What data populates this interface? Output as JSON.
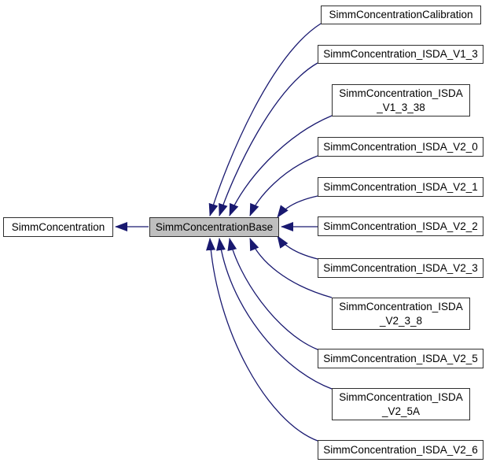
{
  "diagram": {
    "type": "class-inheritance-graph",
    "background": "#ffffff",
    "colors": {
      "edge": "#191970",
      "node_border": "#2e2e2e",
      "node_fill": "#ffffff",
      "current_node_fill": "#bfbfbf",
      "text": "#000000"
    },
    "parent_node": {
      "label": "SimmConcentration"
    },
    "current_node": {
      "label": "SimmConcentrationBase"
    },
    "derived_nodes": [
      {
        "label": "SimmConcentrationCalibration"
      },
      {
        "label": "SimmConcentration_ISDA_V1_3"
      },
      {
        "label": "SimmConcentration_ISDA\n_V1_3_38"
      },
      {
        "label": "SimmConcentration_ISDA_V2_0"
      },
      {
        "label": "SimmConcentration_ISDA_V2_1"
      },
      {
        "label": "SimmConcentration_ISDA_V2_2"
      },
      {
        "label": "SimmConcentration_ISDA_V2_3"
      },
      {
        "label": "SimmConcentration_ISDA\n_V2_3_8"
      },
      {
        "label": "SimmConcentration_ISDA_V2_5"
      },
      {
        "label": "SimmConcentration_ISDA\n_V2_5A"
      },
      {
        "label": "SimmConcentration_ISDA_V2_6"
      }
    ],
    "edges": [
      {
        "from": "SimmConcentrationBase",
        "to": "SimmConcentration"
      },
      {
        "from": "SimmConcentrationCalibration",
        "to": "SimmConcentrationBase"
      },
      {
        "from": "SimmConcentration_ISDA_V1_3",
        "to": "SimmConcentrationBase"
      },
      {
        "from": "SimmConcentration_ISDA_V1_3_38",
        "to": "SimmConcentrationBase"
      },
      {
        "from": "SimmConcentration_ISDA_V2_0",
        "to": "SimmConcentrationBase"
      },
      {
        "from": "SimmConcentration_ISDA_V2_1",
        "to": "SimmConcentrationBase"
      },
      {
        "from": "SimmConcentration_ISDA_V2_2",
        "to": "SimmConcentrationBase"
      },
      {
        "from": "SimmConcentration_ISDA_V2_3",
        "to": "SimmConcentrationBase"
      },
      {
        "from": "SimmConcentration_ISDA_V2_3_8",
        "to": "SimmConcentrationBase"
      },
      {
        "from": "SimmConcentration_ISDA_V2_5",
        "to": "SimmConcentrationBase"
      },
      {
        "from": "SimmConcentration_ISDA_V2_5A",
        "to": "SimmConcentrationBase"
      },
      {
        "from": "SimmConcentration_ISDA_V2_6",
        "to": "SimmConcentrationBase"
      }
    ]
  }
}
